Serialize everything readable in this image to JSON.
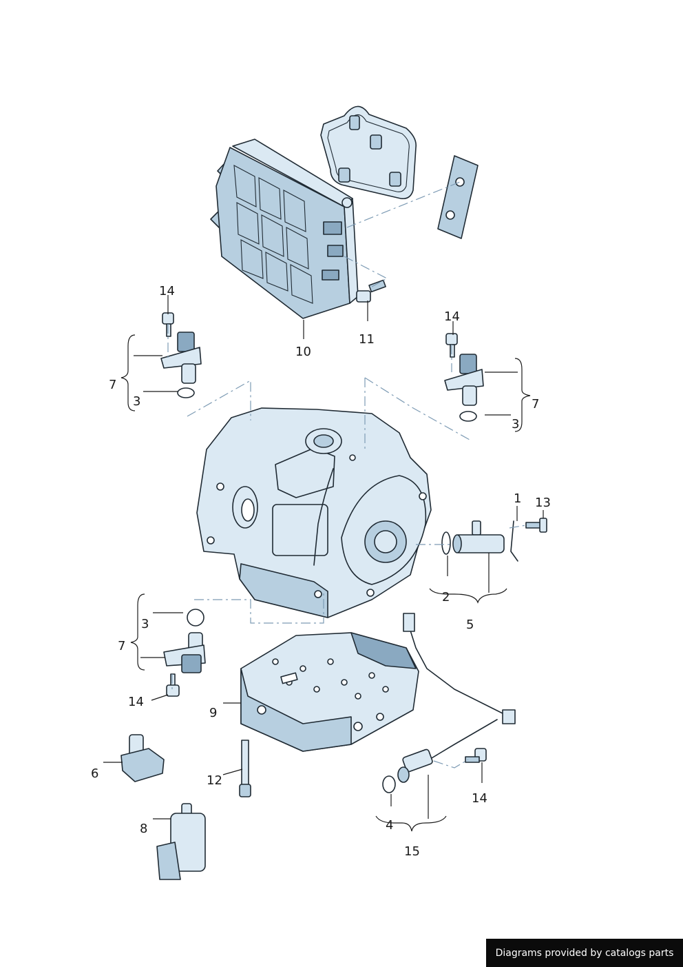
{
  "callouts": {
    "c1": "1",
    "c2": "2",
    "c3a": "3",
    "c3b": "3",
    "c3c": "3",
    "c4": "4",
    "c5": "5",
    "c6": "6",
    "c7a": "7",
    "c7b": "7",
    "c7c": "7",
    "c8": "8",
    "c9": "9",
    "c10": "10",
    "c11": "11",
    "c12": "12",
    "c13": "13",
    "c14a": "14",
    "c14b": "14",
    "c14c": "14",
    "c14d": "14",
    "c15": "15"
  },
  "credit": "Diagrams provided by catalogs parts",
  "colors": {
    "part_fill": "#dbe9f3",
    "part_shade": "#b7cfe0",
    "part_dark": "#8aa9c1",
    "outline": "#1f2a33",
    "dash_line": "#7d9bb4",
    "credit_bg": "#0b0b0b"
  }
}
